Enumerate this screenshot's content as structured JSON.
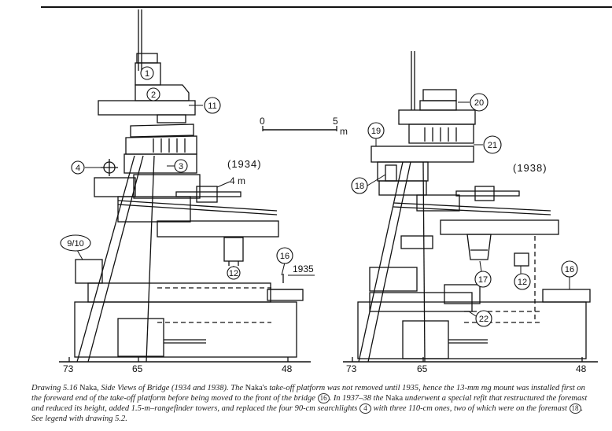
{
  "drawing": {
    "scale": {
      "start": "0",
      "end": "5",
      "unit": "m"
    },
    "view_1934": {
      "year": "(1934)",
      "rangefinder": "4 m",
      "added_platform_year": "1935",
      "frames": [
        "73",
        "65",
        "48"
      ],
      "callouts": [
        "1",
        "2",
        "11",
        "3",
        "4",
        "9/10",
        "16",
        "12"
      ]
    },
    "view_1938": {
      "year": "(1938)",
      "frames": [
        "73",
        "65",
        "48"
      ],
      "callouts": [
        "19",
        "20",
        "21",
        "18",
        "17",
        "12",
        "16",
        "22"
      ]
    }
  },
  "caption": {
    "label": "Drawing 5.16",
    "ship": "Naka,",
    "title": "Side Views of Bridge (1934 and 1938).",
    "t1": "The",
    "ship2": "Naka's",
    "t2": "take-off platform was not removed until 1935, hence the 13-mm mg mount was installed first on the foreward end of the take-off platform before being moved to the front of the bridge",
    "ref1": "16",
    "t3": ". In 1937–38 the",
    "ship3": "Naka",
    "t4": "underwent a special refit that restructured the foremast and reduced its height, added 1.5-m–rangefinder towers, and replaced the four 90-cm searchlights",
    "ref2": "4",
    "t5": "with three 110-cm ones, two of which were on the foremast",
    "ref3": "18",
    "t6": ". See legend with drawing 5.2."
  }
}
